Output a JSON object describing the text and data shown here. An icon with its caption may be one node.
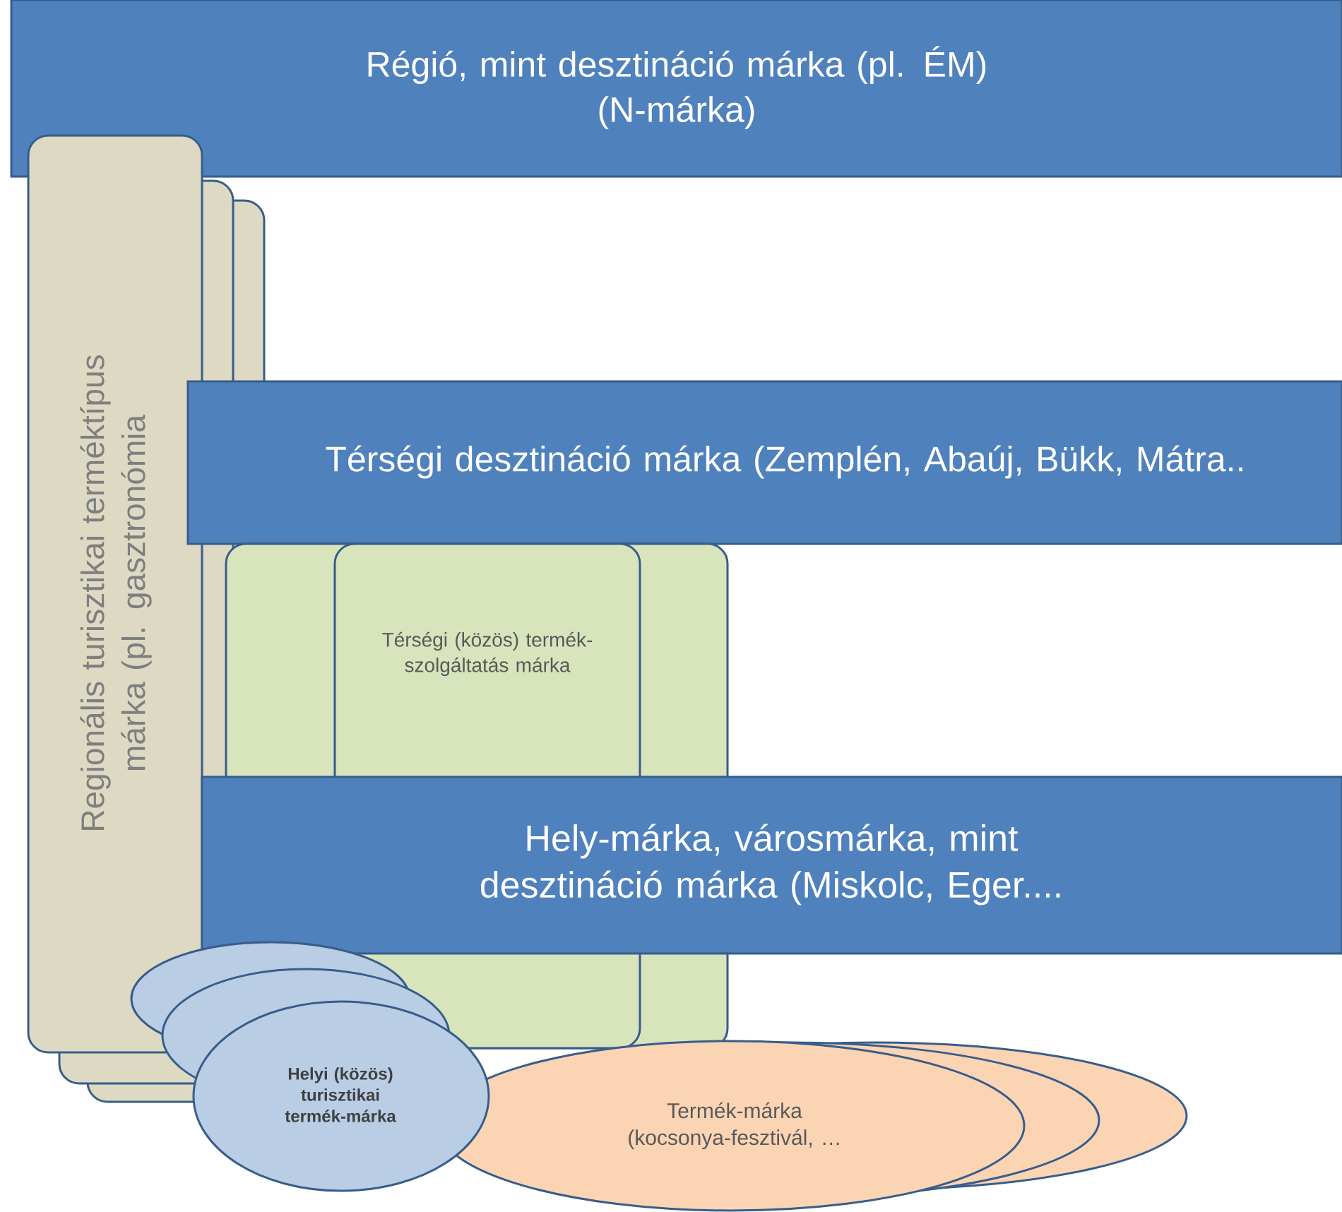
{
  "diagram": {
    "nodes": [
      {
        "text": [
          "Régió, mint desztináció márka (pl. ÉM)",
          "(N-márka)"
        ]
      },
      {
        "text": [
          "Regionális turisztikai terméktípus márka (pl. gasztronómia"
        ]
      },
      {
        "text": [
          "Térségi desztináció márka (Zemplén, Abaúj, Bükk, Mátra.."
        ]
      },
      {
        "text": [
          "Térségi (közös) termék-szolgáltatás márka"
        ]
      },
      {
        "text": [
          "Hely-márka, városmárka, mint desztináció márka (Miskolc, Eger...."
        ]
      },
      {
        "text": [
          "Termék-márka (kocsonya-fesztivál, …"
        ]
      },
      {
        "text": [
          "Helyi (közös) turisztikai termék-márka"
        ]
      }
    ]
  }
}
